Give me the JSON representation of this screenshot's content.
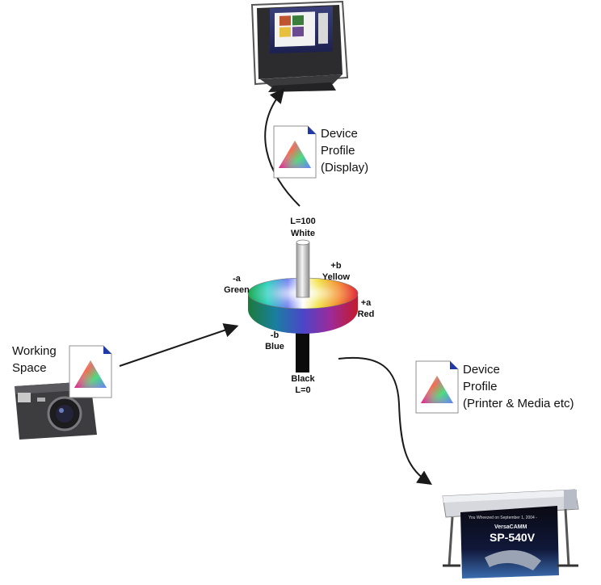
{
  "labels": {
    "display_profile": [
      "Device",
      "Profile",
      "(Display)"
    ],
    "working_space": [
      "Working",
      "Space"
    ],
    "printer_profile": [
      "Device",
      "Profile",
      "(Printer & Media etc)"
    ]
  },
  "lab_axes": {
    "l_top": "L=100",
    "white": "White",
    "neg_a": "-a",
    "green": "Green",
    "pos_b": "+b",
    "yellow": "Yellow",
    "pos_a": "+a",
    "red": "Red",
    "neg_b": "-b",
    "blue": "Blue",
    "black": "Black",
    "l_bottom": "L=0"
  },
  "printer_banner": {
    "line1": "You Wheezed on September 1, 2004 -",
    "line2": "VersaCAMM",
    "line3": "SP-540V"
  },
  "colors": {
    "arrow": "#1a1a1a",
    "icon_corner": "#1f3aa6"
  }
}
